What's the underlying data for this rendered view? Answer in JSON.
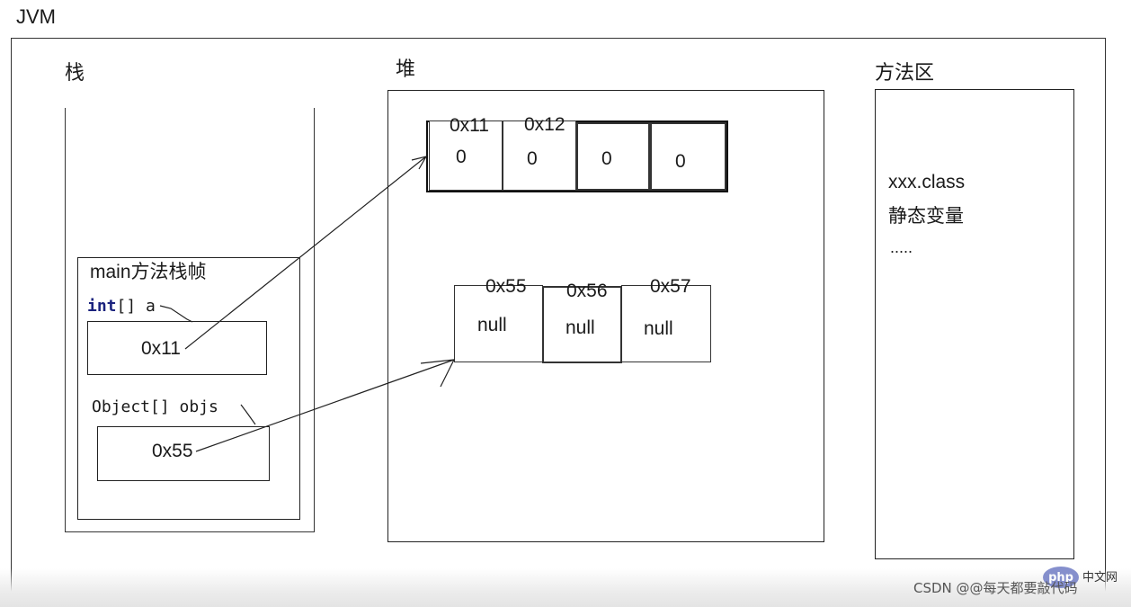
{
  "jvm_label": "JVM",
  "stack": {
    "label": "栈",
    "frame": {
      "title": "main方法栈帧",
      "var_a": {
        "type": "int",
        "rest": "[] a",
        "value": "0x11"
      },
      "var_objs": {
        "decl": "Object[] objs",
        "value": "0x55"
      }
    }
  },
  "heap": {
    "label": "堆",
    "int_array": {
      "addresses": [
        "0x11",
        "0x12"
      ],
      "values": [
        "0",
        "0",
        "0",
        "0"
      ]
    },
    "obj_array": {
      "addresses": [
        "0x55",
        "0x56",
        "0x57"
      ],
      "values": [
        "null",
        "null",
        "null"
      ]
    }
  },
  "method_area": {
    "label": "方法区",
    "items": [
      "xxx.class",
      "静态变量",
      "....."
    ]
  },
  "watermark": {
    "badge": "php",
    "badge_suffix": "中文网",
    "text": "CSDN @@每天都要敲代码"
  },
  "colors": {
    "keyword": "#1a237e",
    "line": "#222222",
    "badge": "#7b86c9"
  }
}
